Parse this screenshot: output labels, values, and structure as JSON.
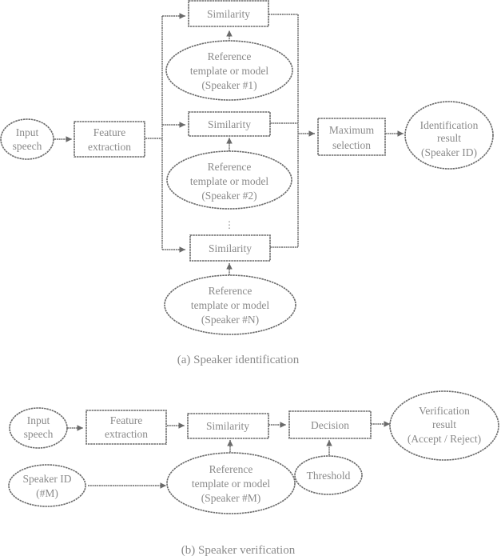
{
  "identification": {
    "input": [
      "Input",
      "speech"
    ],
    "feature": [
      "Feature",
      "extraction"
    ],
    "similarity_1": "Similarity",
    "similarity_2": "Similarity",
    "similarity_n": "Similarity",
    "reference_1": [
      "Reference",
      "template or model",
      "(Speaker #1)"
    ],
    "reference_2": [
      "Reference",
      "template or model",
      "(Speaker #2)"
    ],
    "reference_n": [
      "Reference",
      "template or model",
      "(Speaker #N)"
    ],
    "ellipsis": "⋮",
    "max_selection": [
      "Maximum",
      "selection"
    ],
    "result": [
      "Identification",
      "result",
      "(Speaker ID)"
    ],
    "caption": "(a)  Speaker identification"
  },
  "verification": {
    "input": [
      "Input",
      "speech"
    ],
    "feature": [
      "Feature",
      "extraction"
    ],
    "similarity": "Similarity",
    "decision": "Decision",
    "result": [
      "Verification",
      "result",
      "(Accept / Reject)"
    ],
    "speaker_id": [
      "Speaker ID",
      "(#M)"
    ],
    "reference": [
      "Reference",
      "template or model",
      "(Speaker #M)"
    ],
    "threshold": "Threshold",
    "caption": "(b)  Speaker verification"
  },
  "colors": {
    "stroke": "#6a6a6a",
    "text": "#8a8a8a"
  }
}
